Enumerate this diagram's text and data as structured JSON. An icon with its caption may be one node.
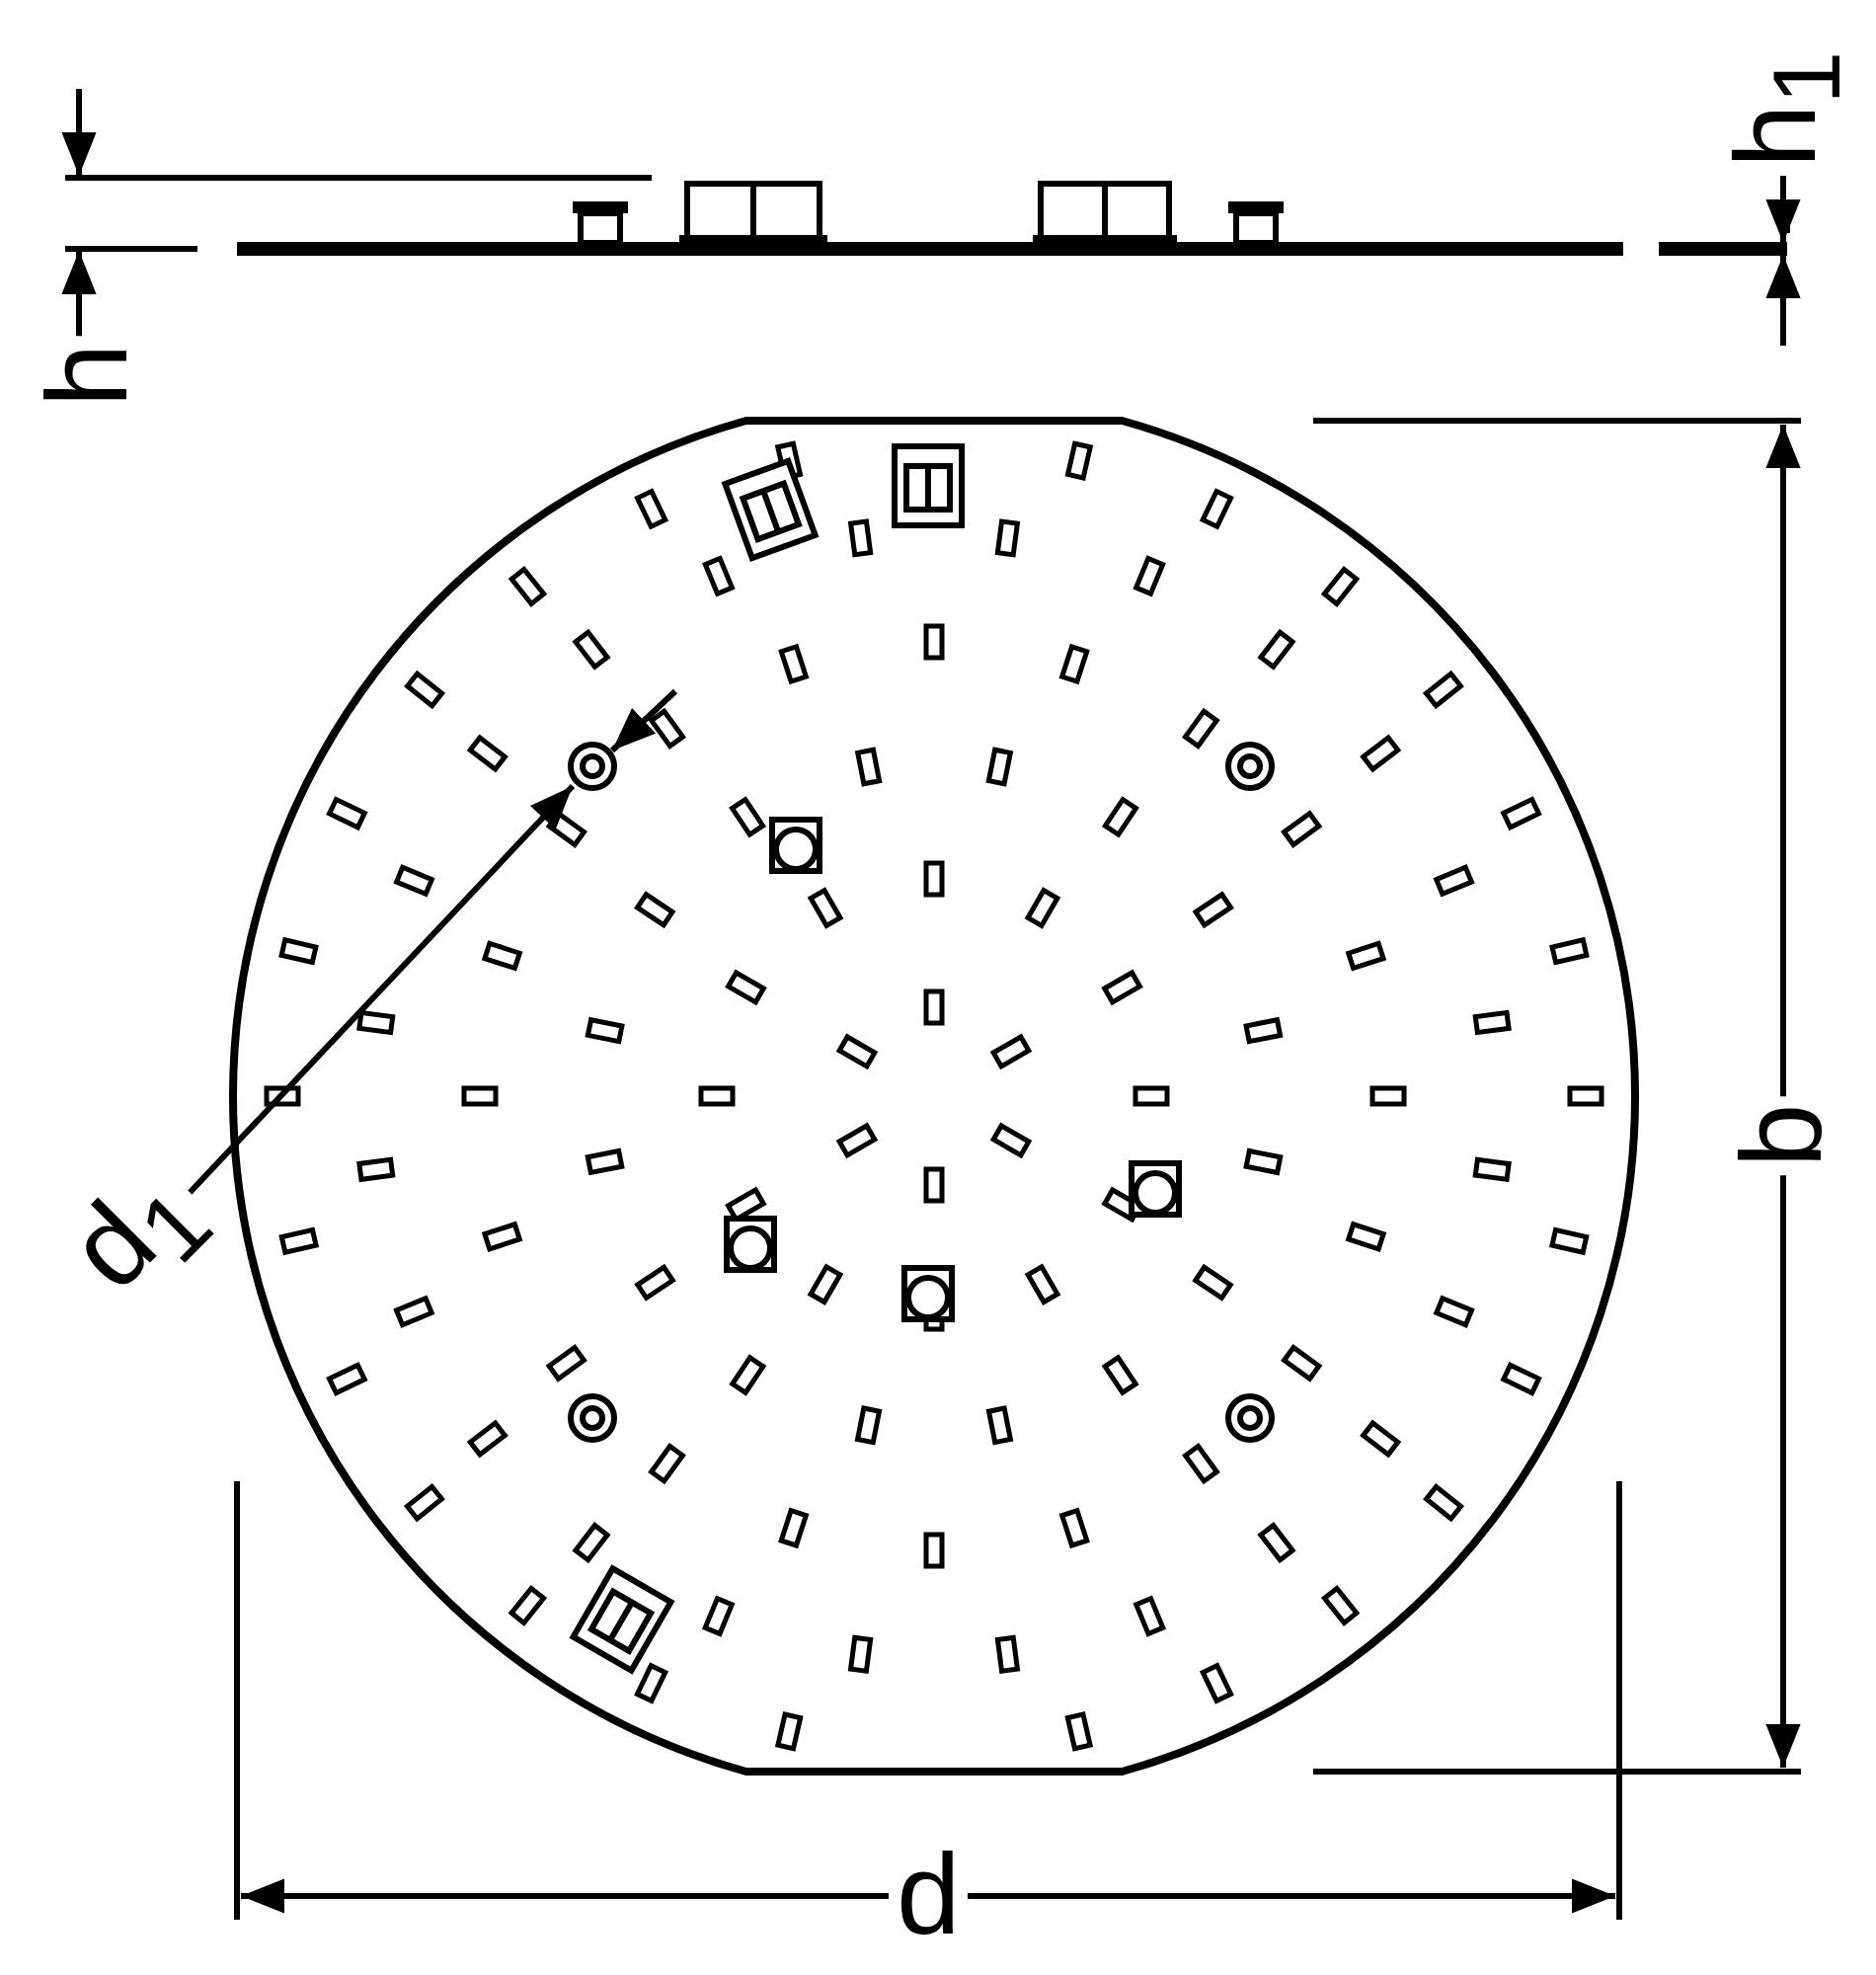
{
  "diagram": {
    "labels": [
      "h$_{1}$",
      "h",
      "b",
      "d$_{1}$",
      "d"
    ]
  }
}
